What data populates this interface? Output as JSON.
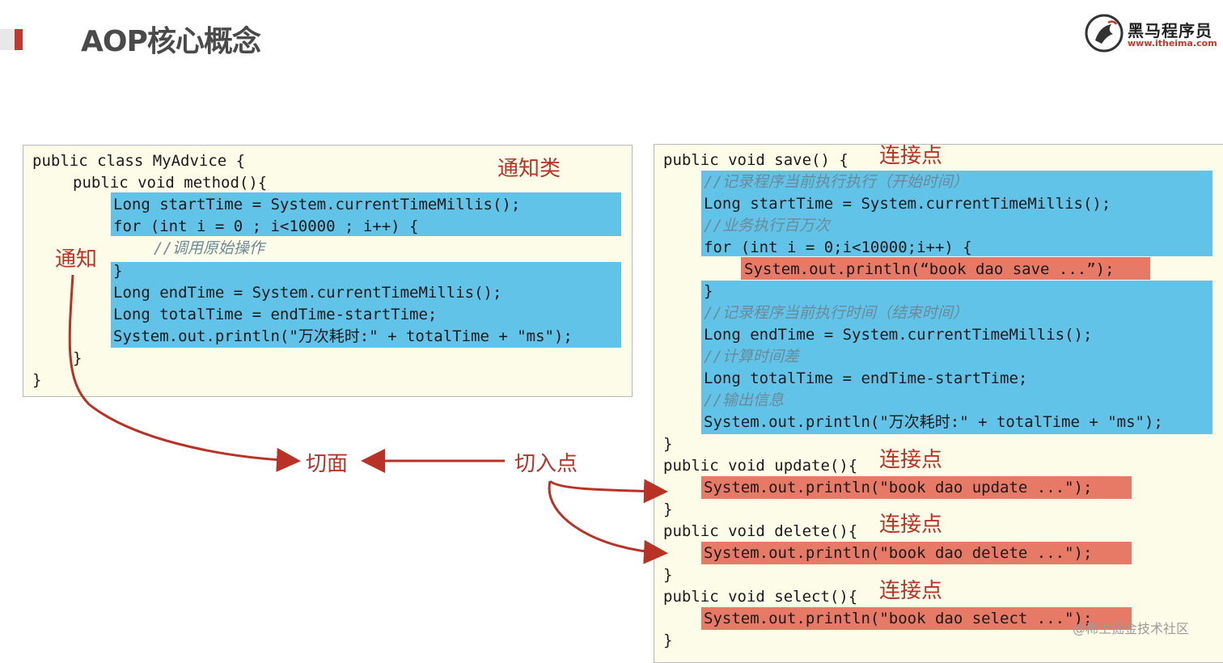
{
  "header": {
    "title": "AOP核心概念"
  },
  "logo": {
    "name": "黑马程序员",
    "url": "www.itheima.com",
    "icon": "horse-logo-icon"
  },
  "left_code": {
    "line1": "public class MyAdvice {",
    "line2": "public void method(){",
    "line3": "Long startTime = System.currentTimeMillis();",
    "line4": "for (int i = 0 ; i<10000 ; i++) {",
    "line5": "//调用原始操作",
    "line6": "}",
    "line7": "Long endTime = System.currentTimeMillis();",
    "line8": "Long totalTime = endTime-startTime;",
    "line9": "System.out.println(\"万次耗时:\" + totalTime + \"ms\");",
    "line10": "}",
    "line11": "}"
  },
  "right_code": {
    "save_sig": "public void save() {",
    "c1": "//记录程序当前执行执行（开始时间）",
    "s1": "Long startTime = System.currentTimeMillis();",
    "c2": "//业务执行百万次",
    "s2": "for (int i = 0;i<10000;i++) {",
    "s3": "System.out.println(“book dao save ...”);",
    "s4": "}",
    "c3": "//记录程序当前执行时间（结束时间）",
    "s5": "Long endTime = System.currentTimeMillis();",
    "c4": "//计算时间差",
    "s6": "Long totalTime = endTime-startTime;",
    "c5": "//输出信息",
    "s7": "System.out.println(\"万次耗时:\" + totalTime + \"ms\");",
    "save_end": "}",
    "update_sig": "public void update(){",
    "update_body": "System.out.println(\"book dao update ...\");",
    "update_end": "}",
    "delete_sig": "public void delete(){",
    "delete_body": "System.out.println(\"book dao delete ...\");",
    "delete_end": "}",
    "select_sig": "public void select(){",
    "select_body": "System.out.println(\"book dao select ...\");",
    "select_end": "}"
  },
  "labels": {
    "advice_class": "通知类",
    "advice": "通知",
    "aspect": "切面",
    "pointcut": "切入点",
    "joinpoint": "连接点"
  },
  "watermark": "@稀土掘金技术社区",
  "colors": {
    "accent": "#c0392b",
    "highlight_blue": "#62c3e8",
    "highlight_red": "#e77a66",
    "panel_bg": "#fdfce8"
  }
}
